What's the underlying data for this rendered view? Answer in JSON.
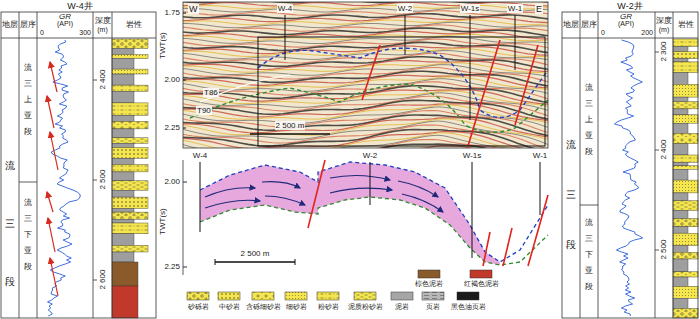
{
  "diagram": {
    "labels": [
      "W-4井",
      "地层",
      "层序",
      "GR",
      "(API)",
      "0",
      "300",
      "深度",
      "(m)",
      "岩性",
      "流三段",
      "流三上亚段",
      "流三下亚段",
      "2 400",
      "2 500",
      "2 600",
      "W-2井",
      "地层",
      "层序",
      "GR",
      "(API)",
      "0",
      "200",
      "深度",
      "(m)",
      "岩性",
      "流三段",
      "流三上亚段",
      "流三下亚段",
      "2 300",
      "2 400",
      "2 500",
      "W",
      "E",
      "W-4",
      "W-2",
      "W-1s",
      "W-1",
      "1.75",
      "2.00",
      "2.25",
      "TWT(s)",
      "T86",
      "T90",
      "2 500 m",
      "W-4",
      "W-2",
      "W-1s",
      "W-1",
      "2.00",
      "2.25",
      "TWT(s)",
      "2 500 m"
    ],
    "legend": [
      {
        "text": "砂砾岩"
      },
      {
        "text": "中砂岩"
      },
      {
        "text": "含砾细砂岩"
      },
      {
        "text": "细砂岩"
      },
      {
        "text": "粉砂岩"
      },
      {
        "text": "泥质粉砂岩"
      },
      {
        "text": "泥岩",
        "color": "#a6a6a6"
      },
      {
        "text": "页岩"
      },
      {
        "text": "黑色油页岩",
        "color": "#1a1a1a"
      },
      {
        "text": "棕色泥岩",
        "color": "#8b5a2b"
      },
      {
        "text": "红褐色泥岩",
        "color": "#c0392b"
      }
    ]
  }
}
